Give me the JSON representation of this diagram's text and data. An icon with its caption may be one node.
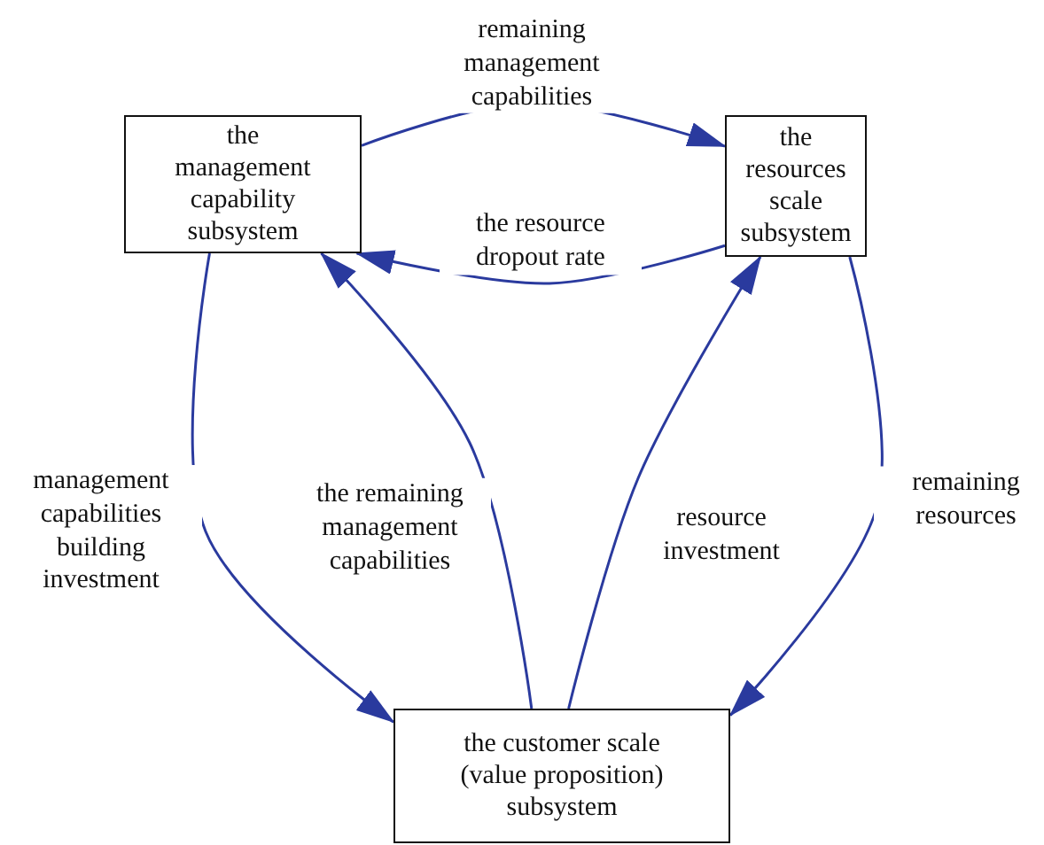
{
  "diagram": {
    "nodes": [
      {
        "text": [
          "the management capability subsystem"
        ]
      },
      {
        "text": [
          "the resources scale subsystem"
        ]
      },
      {
        "text": [
          "the customer scale (value proposition) subsystem"
        ]
      }
    ],
    "edges": [
      {
        "from": 0,
        "to": 1,
        "arrow": "to",
        "label": "remaining management capabilities"
      },
      {
        "from": 1,
        "to": 0,
        "arrow": "to",
        "label": "the resource dropout rate"
      },
      {
        "from": 0,
        "to": 2,
        "arrow": "to",
        "label": "management capabilities building investment"
      },
      {
        "from": 2,
        "to": 0,
        "arrow": "to",
        "label": "the remaining management capabilities"
      },
      {
        "from": 2,
        "to": 1,
        "arrow": "to",
        "label": "resource investment"
      },
      {
        "from": 1,
        "to": 2,
        "arrow": "to",
        "label": "remaining resources"
      }
    ]
  }
}
